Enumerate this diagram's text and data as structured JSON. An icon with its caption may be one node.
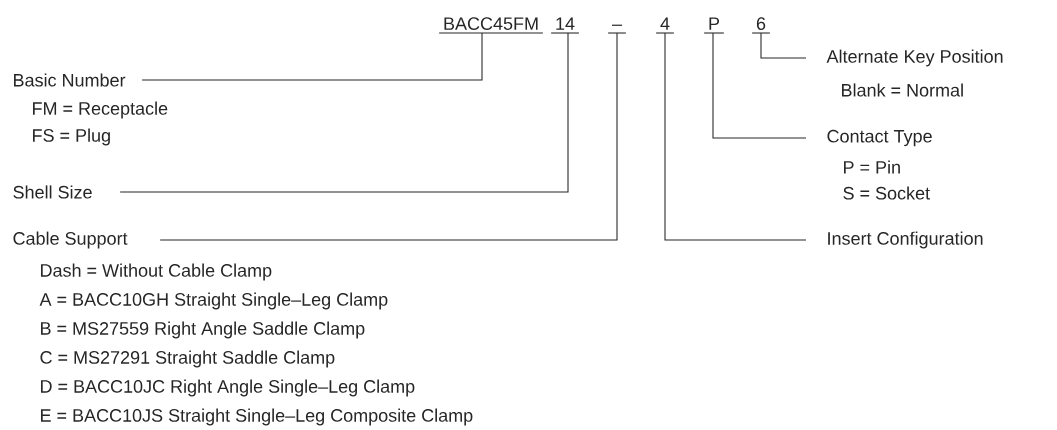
{
  "diagram": {
    "nodes": [
      {
        "text": [
          "BACC45FM"
        ]
      },
      {
        "text": [
          "14"
        ]
      },
      {
        "text": [
          "–"
        ]
      },
      {
        "text": [
          "4"
        ]
      },
      {
        "text": [
          "P"
        ]
      },
      {
        "text": [
          "6"
        ]
      },
      {
        "text": [
          "Basic Number",
          "FM =  Receptacle",
          "FS =  Plug"
        ]
      },
      {
        "text": [
          "Shell Size"
        ]
      },
      {
        "text": [
          "Cable Support",
          "Dash = Without Cable Clamp",
          "A = BACC10GH Straight Single–Leg Clamp",
          "B = MS27559 Right Angle Saddle Clamp",
          "C = MS27291 Straight Saddle Clamp",
          "D = BACC10JC Right Angle Single–Leg Clamp",
          "E = BACC10JS Straight Single–Leg Composite Clamp"
        ]
      },
      {
        "text": [
          "Alternate Key Position",
          "Blank = Normal"
        ]
      },
      {
        "text": [
          "Contact Type",
          "P = Pin",
          "S = Socket"
        ]
      },
      {
        "text": [
          "Insert Configuration"
        ]
      }
    ],
    "edges": [
      {
        "from": 6,
        "to": 0,
        "arrow": "none"
      },
      {
        "from": 7,
        "to": 1,
        "arrow": "none"
      },
      {
        "from": 8,
        "to": 2,
        "arrow": "none"
      },
      {
        "from": 9,
        "to": 5,
        "arrow": "none"
      },
      {
        "from": 10,
        "to": 4,
        "arrow": "none"
      },
      {
        "from": 11,
        "to": 3,
        "arrow": "none"
      }
    ]
  }
}
